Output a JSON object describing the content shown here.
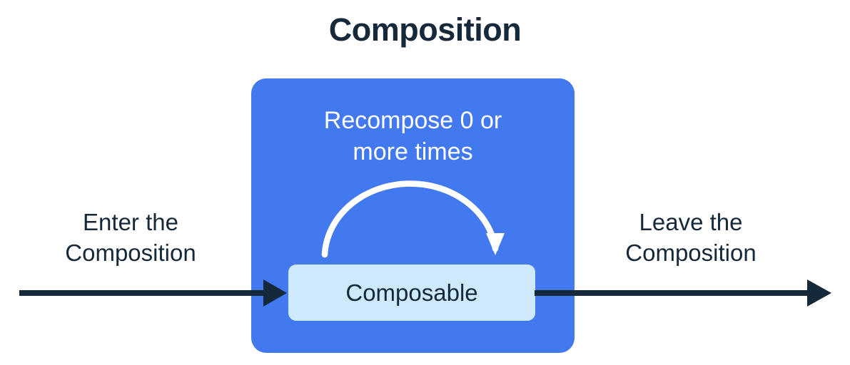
{
  "title": "Composition",
  "composition_box": {
    "recompose_text_line1": "Recompose 0 or",
    "recompose_text_line2": "more times",
    "fill_color": "#4279ef"
  },
  "composable_box": {
    "label": "Composable",
    "fill_color": "#cee8fc",
    "text_color": "#16293a"
  },
  "labels": {
    "enter_line1": "Enter the",
    "enter_line2": "Composition",
    "leave_line1": "Leave the",
    "leave_line2": "Composition"
  },
  "colors": {
    "background": "#ffffff",
    "title": "#16293a",
    "arrow": "#16293a",
    "recompose_arrow": "#ffffff"
  },
  "diagram_data": {
    "type": "flow",
    "nodes": [
      {
        "id": "composition",
        "label": "Composition",
        "kind": "container",
        "color": "#4279ef"
      },
      {
        "id": "composable",
        "label": "Composable",
        "kind": "box",
        "color": "#cee8fc"
      }
    ],
    "edges": [
      {
        "id": "enter",
        "label": "Enter the Composition",
        "from": "outside",
        "to": "composable",
        "direction": "right"
      },
      {
        "id": "recompose",
        "label": "Recompose 0 or more times",
        "from": "composable",
        "to": "composable",
        "direction": "loop"
      },
      {
        "id": "leave",
        "label": "Leave the Composition",
        "from": "composable",
        "to": "outside",
        "direction": "right"
      }
    ]
  }
}
